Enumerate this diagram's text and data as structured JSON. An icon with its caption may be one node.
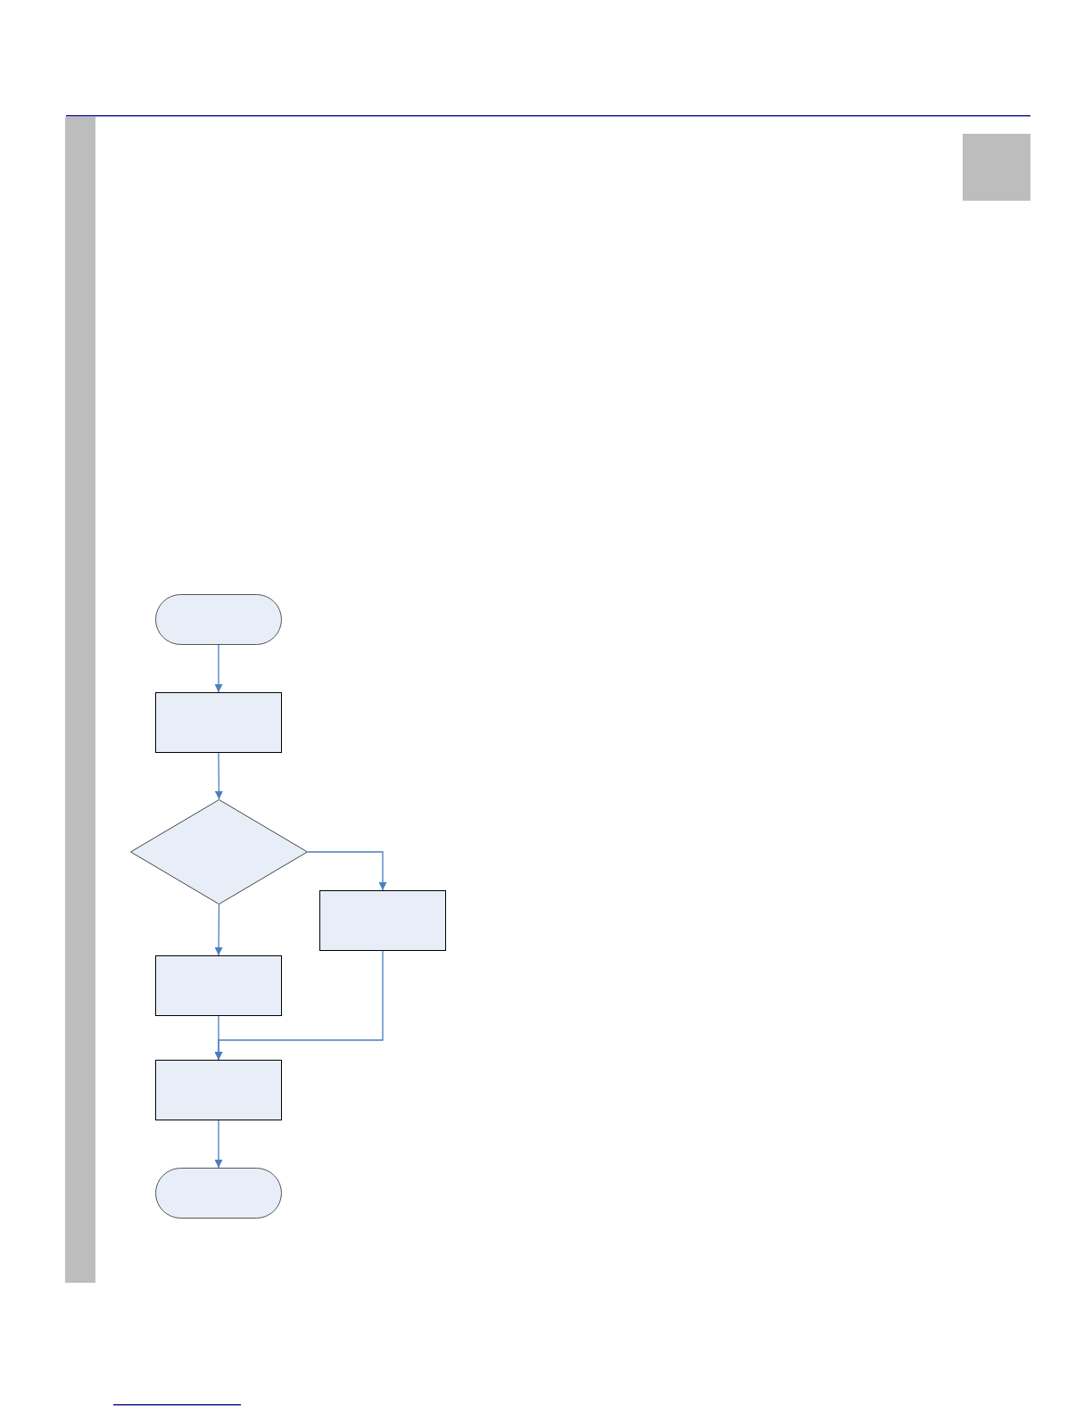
{
  "diagram": {
    "nodes": [
      {
        "text": [],
        "shape": "terminal"
      },
      {
        "text": [],
        "shape": "box"
      },
      {
        "text": [],
        "shape": "diamond"
      },
      {
        "text": [],
        "shape": "box"
      },
      {
        "text": [],
        "shape": "box"
      },
      {
        "text": [],
        "shape": "box"
      },
      {
        "text": [],
        "shape": "terminal"
      }
    ],
    "edges": [
      {
        "from": 0,
        "to": 1,
        "arrow": "to"
      },
      {
        "from": 1,
        "to": 2,
        "arrow": "to"
      },
      {
        "from": 2,
        "to": 3,
        "arrow": "to"
      },
      {
        "from": 2,
        "to": 4,
        "arrow": "to"
      },
      {
        "from": 4,
        "to": 5,
        "arrow": "to"
      },
      {
        "from": 3,
        "to": 5,
        "arrow": "to"
      },
      {
        "from": 5,
        "to": 6,
        "arrow": "to"
      }
    ]
  }
}
